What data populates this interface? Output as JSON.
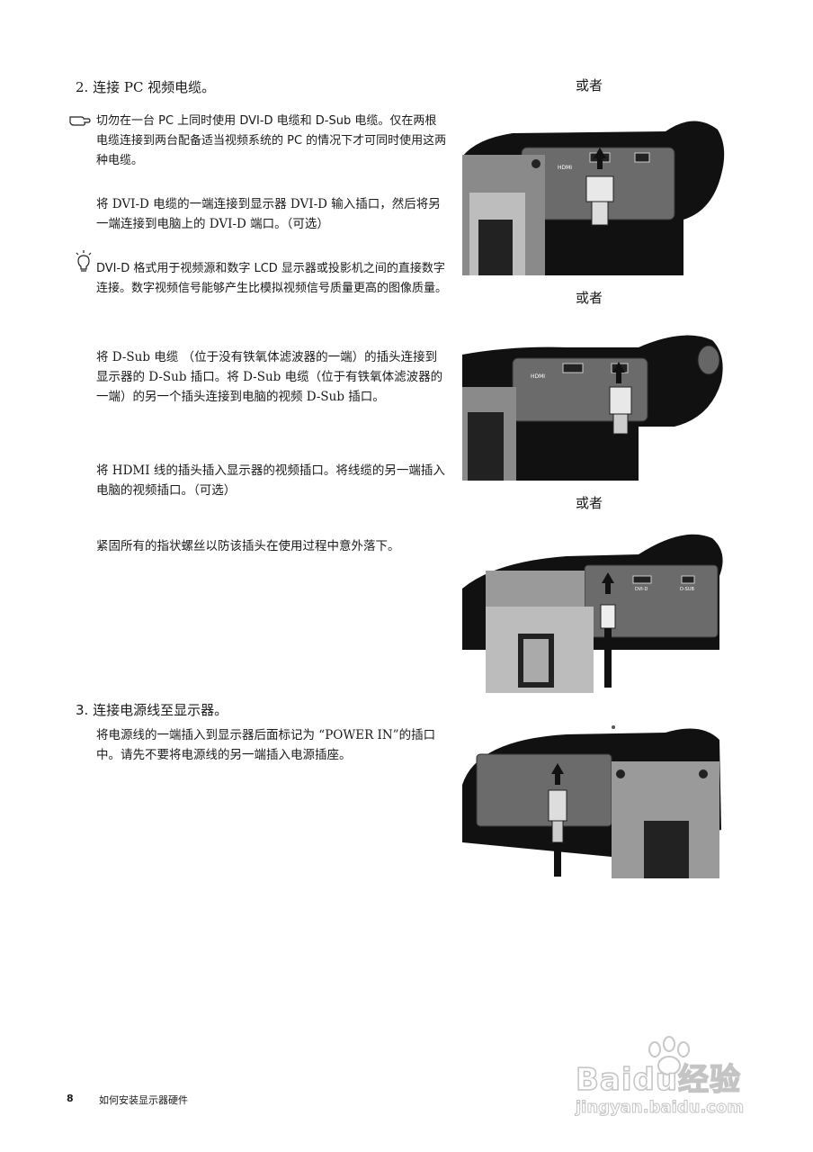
{
  "step2": {
    "title": "2.  连接 PC 视频电缆。",
    "note": "切勿在一台 PC 上同时使用 DVI-D 电缆和 D-Sub 电缆。仅在两根电缆连接到两台配备适当视频系统的 PC 的情况下才可同时使用这两种电缆。",
    "dvi_instruction": "将 DVI-D 电缆的一端连接到显示器 DVI-D 输入插口，然后将另一端连接到电脑上的 DVI-D 端口。（可选）",
    "tip": "DVI-D 格式用于视频源和数字 LCD 显示器或投影机之间的直接数字连接。数字视频信号能够产生比模拟视频信号质量更高的图像质量。",
    "dsub_instruction": "将 D-Sub 电缆 （位于没有铁氧体滤波器的一端）的插头连接到显示器的 D-Sub 插口。将 D-Sub 电缆（位于有铁氧体滤波器的一端）的另一个插头连接到电脑的视频 D-Sub 插口。",
    "hdmi_instruction": "将 HDMI 线的插头插入显示器的视频插口。将线缆的另一端插入电脑的视频插口。（可选）",
    "screw_instruction": "紧固所有的指状螺丝以防该插头在使用过程中意外落下。"
  },
  "step3": {
    "title": "3.  连接电源线至显示器。",
    "instruction": "将电源线的一端插入到显示器后面标记为 “POWER IN”的插口中。请先不要将电源线的另一端插入电源插座。"
  },
  "or_labels": [
    "或者",
    "或者",
    "或者"
  ],
  "port_labels": {
    "hdmi": "HDMI",
    "dvi": "DVI-D",
    "dsub": "D-SUB"
  },
  "footer": {
    "page_number": "8",
    "section": "如何安装显示器硬件"
  },
  "watermark": {
    "brand": "Baidu经验",
    "url": "jingyan.baidu.com"
  }
}
